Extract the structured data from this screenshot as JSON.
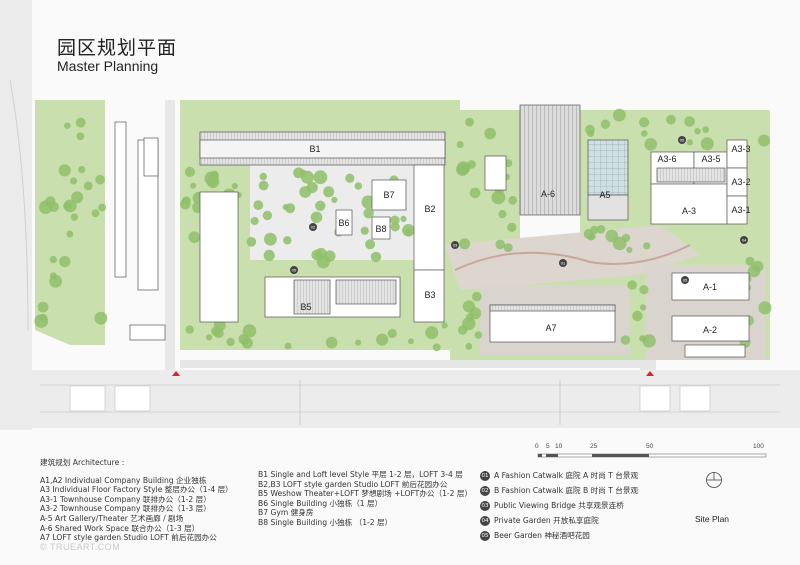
{
  "title_cn": "园区规划平面",
  "title_en": "Master Planning",
  "buildings": {
    "B1": "B1",
    "B2": "B2",
    "B3": "B3",
    "B5": "B5",
    "B6": "B6",
    "B7": "B7",
    "B8": "B8",
    "A1": "A-1",
    "A2": "A-2",
    "A3": "A-3",
    "A31": "A3-1",
    "A32": "A3-2",
    "A33": "A3-3",
    "A35": "A3-5",
    "A36": "A3-6",
    "A5": "A5",
    "A6": "A-6",
    "A7": "A7"
  },
  "markers": [
    "01",
    "02",
    "03",
    "04",
    "05"
  ],
  "legend_architecture": {
    "heading": "建筑规划 Architecture :",
    "col1": [
      "A1,A2  Individual Company Building 企业独栋",
      "A3  Individual Floor Factory Style 整层办公（1-4 层）",
      "A3-1 Townhouse Company 联排办公（1-2 层）",
      "A3-2 Townhouse Company 联排办公（1-3 层）",
      "A-5 Art Gallery/Theater 艺术画廊 / 剧场",
      "A-6 Shared Work Space 联合办公（1-3 层）",
      "A7 LOFT style garden Studio LOFT 前后花园办公"
    ],
    "col2": [
      "B1  Single and Loft level Style  平层 1-2 层，LOFT 3-4 层",
      "B2,B3  LOFT style garden Studio LOFT 前后花园办公",
      "B5 Weshow Theater+LOFT  梦想剧场 +LOFT办公（1-2 层）",
      "B6 Single Building  小独栋（1 层）",
      "B7 Gym 健身房",
      "B8 Single Building  小独栋 （1-2 层）"
    ]
  },
  "legend_landscape": [
    {
      "num": "01",
      "text": "A Fashion Catwalk  庭院 A 时尚 T 台景观"
    },
    {
      "num": "02",
      "text": "B Fashion Catwalk  庭院 B 时尚 T 台景观"
    },
    {
      "num": "03",
      "text": "Public Viewing Bridge 共享观景连桥"
    },
    {
      "num": "04",
      "text": "Private Garden 开放私享庭院"
    },
    {
      "num": "05",
      "text": "Beer Garden 神秘酒吧花园"
    }
  ],
  "scale_labels": [
    "0",
    "5",
    "10",
    "25",
    "50",
    "100"
  ],
  "site_plan_label": "Site Plan",
  "watermark": "© TRUEART.COM",
  "colors": {
    "grass": "#c9dfae",
    "tree": "#8fbf6a",
    "road": "#efefef",
    "building": "#ffffff",
    "plaza": "#d7d2cc",
    "path_red": "#c8a79c"
  }
}
